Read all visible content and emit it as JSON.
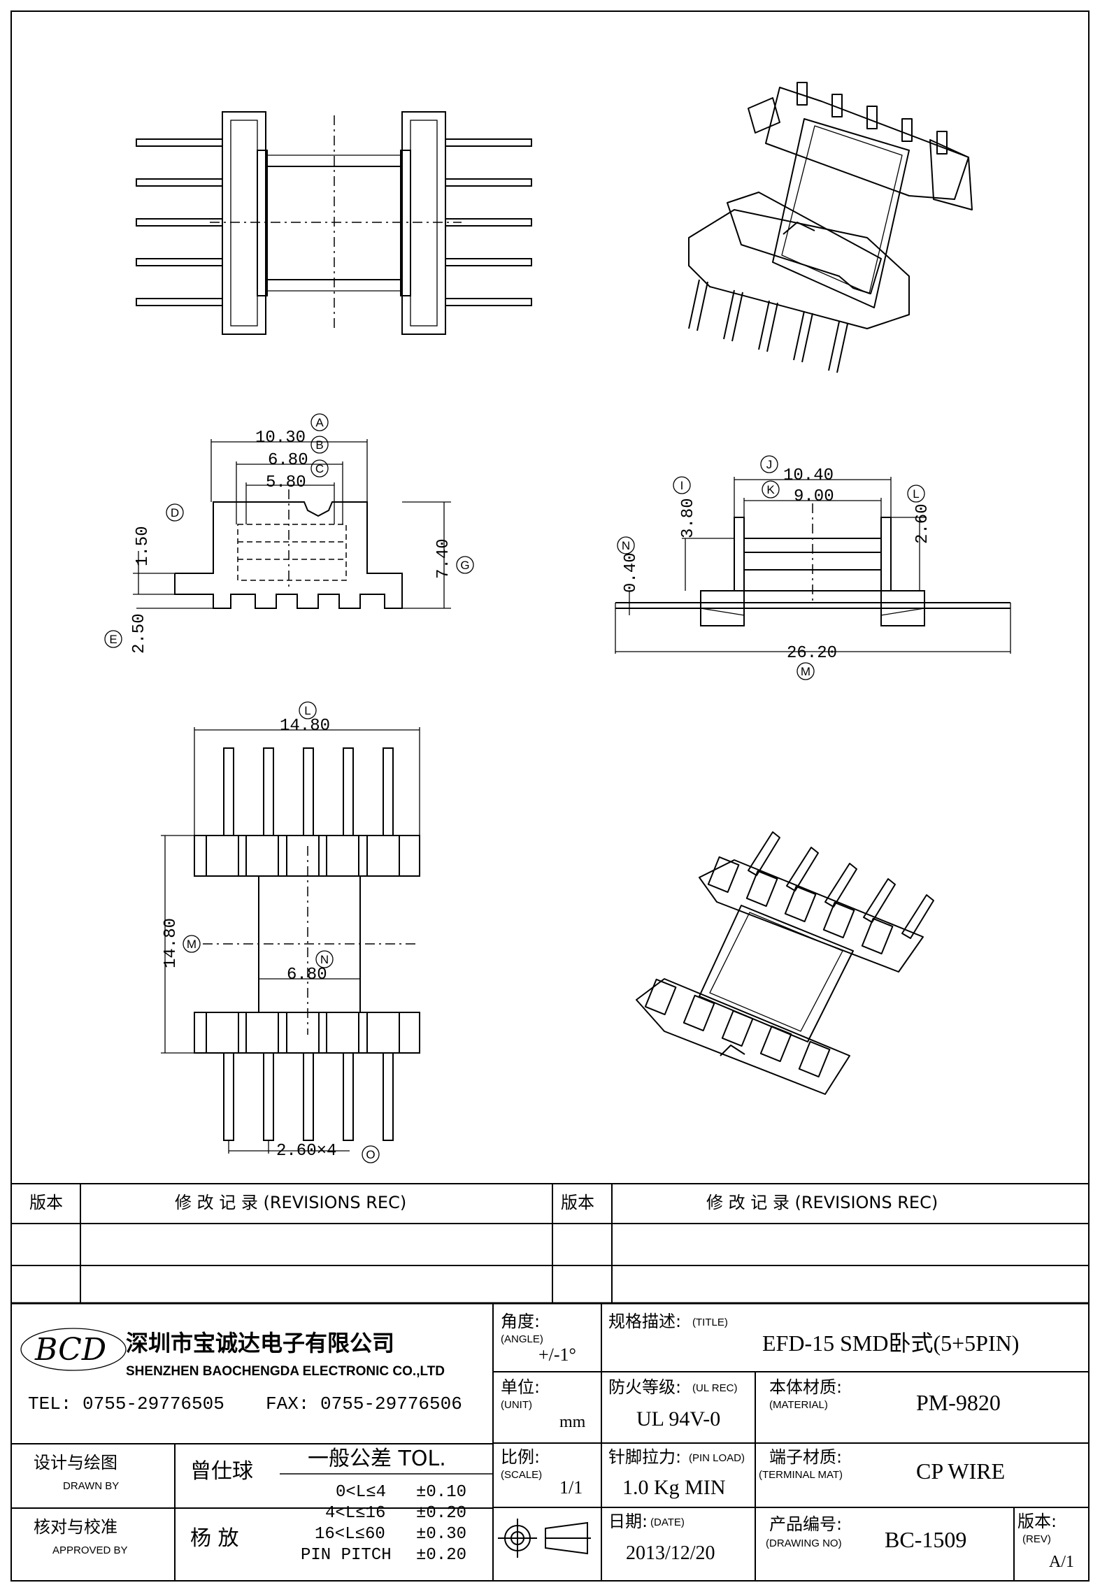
{
  "drawing": {
    "top_view_1": {},
    "dims_front": {
      "A": "10.30",
      "B": "6.80",
      "C": "5.80",
      "D": "1.50",
      "E": "2.50",
      "G": "7.40"
    },
    "dims_side": {
      "J": "10.40",
      "K": "9.00",
      "I": "3.80",
      "L": "2.60",
      "N": "0.40",
      "M": "26.20"
    },
    "dims_bottom": {
      "L": "14.80",
      "M": "14.80",
      "N": "6.80",
      "O": "2.60×4"
    },
    "letters": {
      "A": "A",
      "B": "B",
      "C": "C",
      "D": "D",
      "E": "E",
      "G": "G",
      "I": "I",
      "J": "J",
      "K": "K",
      "L": "L",
      "M": "M",
      "N": "N",
      "O": "O"
    }
  },
  "revisions": {
    "rev_label": "版本",
    "rec_label": "修 改 记 录  (REVISIONS REC)"
  },
  "company": {
    "logo_text": "BCD",
    "name_cn": "深圳市宝诚达电子有限公司",
    "name_en": "SHENZHEN BAOCHENGDA ELECTRONIC CO.,LTD",
    "tel": "TEL: 0755-29776505",
    "fax": "FAX: 0755-29776506"
  },
  "title_block": {
    "angle_label": "角度:",
    "angle_sub": "(ANGLE)",
    "angle_value": "+/-1°",
    "title_label": "规格描述:",
    "title_sub": "(TITLE)",
    "title_value": "EFD-15 SMD卧式(5+5PIN)",
    "unit_label": "单位:",
    "unit_sub": "(UNIT)",
    "unit_value": "mm",
    "ul_label": "防火等级:",
    "ul_sub": "(UL REC)",
    "ul_value": "UL 94V-0",
    "material_label": "本体材质:",
    "material_sub": "(MATERIAL)",
    "material_value": "PM-9820",
    "drawn_label": "设计与绘图",
    "drawn_sub": "DRAWN BY",
    "drawn_value": "曾仕球",
    "tol_label": "一般公差 TOL.",
    "tol_rows": [
      {
        "range": "0<L≤4",
        "value": "±0.10"
      },
      {
        "range": "4<L≤16",
        "value": "±0.20"
      },
      {
        "range": "16<L≤60",
        "value": "±0.30"
      },
      {
        "range": "PIN PITCH",
        "value": "±0.20"
      }
    ],
    "scale_label": "比例:",
    "scale_sub": "(SCALE)",
    "scale_value": "1/1",
    "pin_label": "针脚拉力:",
    "pin_sub": "(PIN LOAD)",
    "pin_value": "1.0 Kg MIN",
    "terminal_label": "端子材质:",
    "terminal_sub": "(TERMINAL MAT)",
    "terminal_value": "CP WIRE",
    "approved_label": "核对与校准",
    "approved_sub": "APPROVED BY",
    "approved_value": "杨  放",
    "date_label": "日期:",
    "date_sub": "(DATE)",
    "date_value": "2013/12/20",
    "drawing_no_label": "产品编号:",
    "drawing_no_sub": "(DRAWING NO)",
    "drawing_no_value": "BC-1509",
    "rev_label": "版本:",
    "rev_sub": "(REV)",
    "rev_value": "A/1"
  }
}
